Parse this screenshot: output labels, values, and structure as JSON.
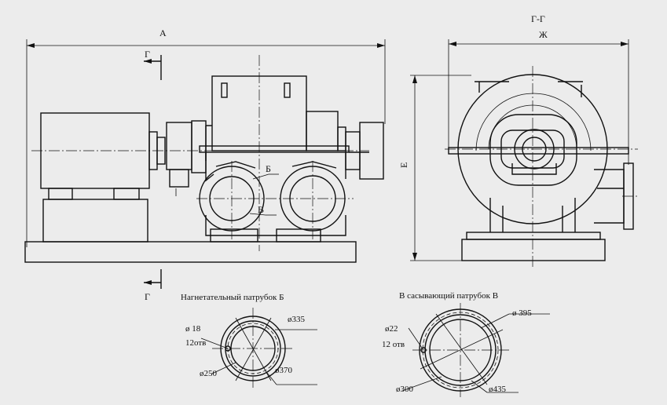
{
  "labels": {
    "dim_a": "А",
    "section_top": "Г",
    "section_bottom": "Г",
    "section_title": "Г-Г",
    "dim_zh": "Ж",
    "dim_e": "Е",
    "nozzle_b_marker": "Б",
    "nozzle_v_marker": "В"
  },
  "discharge": {
    "title": "Нагнетательный патрубок Б",
    "d_hole": "ø 18",
    "holes": "12отв",
    "d_335": "ø335",
    "d_250": "ø250",
    "d_370": "ø370"
  },
  "suction": {
    "title": "В сасывающий патрубок В",
    "d_hole": "ø22",
    "holes": "12 отв",
    "d_395": "ø 395",
    "d_300": "ø300",
    "d_435": "ø435"
  }
}
